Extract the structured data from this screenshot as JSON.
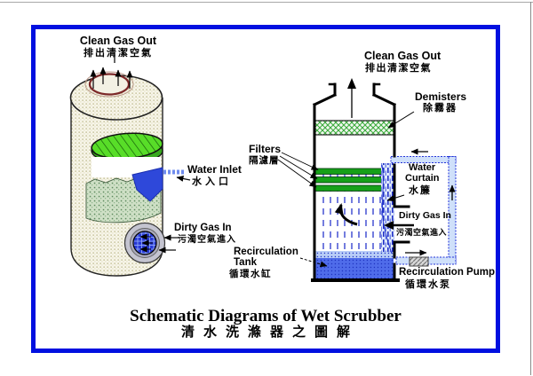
{
  "page": {
    "background": "#ffffff",
    "frame_color": "#0010e0"
  },
  "title": {
    "en": "Schematic Diagrams of Wet Scrubber",
    "zh": "清水洗滌器之圖解"
  },
  "left_diagram": {
    "name": "wet-scrubber-3d-cutaway",
    "clean_gas_out": {
      "en": "Clean Gas Out",
      "zh": "排出清潔空氣"
    },
    "water_inlet": {
      "en": "Water Inlet",
      "zh": "水入口"
    },
    "dirty_gas_in": {
      "en": "Dirty Gas In",
      "zh": "污濁空氣進入"
    }
  },
  "right_diagram": {
    "name": "wet-scrubber-schematic",
    "clean_gas_out": {
      "en": "Clean Gas Out",
      "zh": "排出清潔空氣"
    },
    "demisters": {
      "en": "Demisters",
      "zh": "除霧器"
    },
    "filters": {
      "en": "Filters",
      "zh": "隔濾層"
    },
    "water_curtain": {
      "en_line1": "Water",
      "en_line2": "Curtain",
      "zh": "水簾"
    },
    "dirty_gas_in": {
      "en": "Dirty Gas In",
      "zh": "污濁空氣進入"
    },
    "recirculation_tank": {
      "en_line1": "Recirculation",
      "en_line2": "Tank",
      "zh": "循環水缸"
    },
    "recirculation_pump": {
      "en": "Recirculation Pump",
      "zh": "循環水泵"
    }
  },
  "colors": {
    "frame_blue": "#0010e0",
    "vessel_outline": "#000000",
    "demister_green": "#3aa83a",
    "filter_band_green": "#16a018",
    "water_blue": "#2836cc",
    "tank_blue": "#4f6cea",
    "pipe_fill": "#cfe0fa",
    "cylinder_tan": "#c6c29a",
    "disc_green": "#58dd28",
    "media_green": "#cfe0c6",
    "inlet_gray": "#c4c4d0",
    "splash_blue": "#2e48da"
  }
}
